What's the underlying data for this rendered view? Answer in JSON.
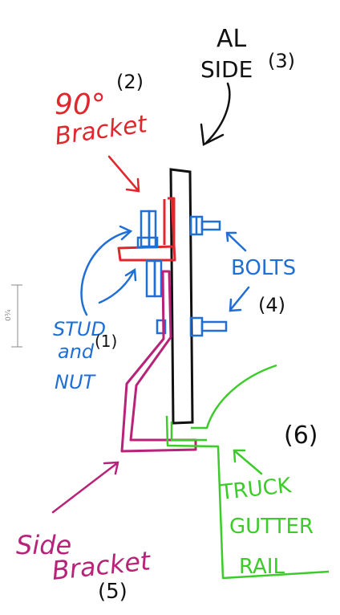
{
  "labels": {
    "al_side_line1": "AL",
    "al_side_line2": "SIDE",
    "al_side_num": "(3)",
    "bracket90_line1": "90°",
    "bracket90_line2": "Bracket",
    "bracket90_num": "(2)",
    "bolts": "BOLTS",
    "bolts_num": "(4)",
    "stud_line1": "STUD",
    "stud_line2": "and",
    "stud_num": "(1)",
    "stud_line3": "NUT",
    "side_line1": "Side",
    "side_line2": "Bracket",
    "side_num": "(5)",
    "gutter_num": "(6)",
    "truck_line1": "TRUCK",
    "truck_line2": "GUTTER",
    "truck_line3": "RAIL",
    "dimension": "0¾"
  },
  "colors": {
    "black": "#111111",
    "red": "#e0272e",
    "blue": "#1f6fd6",
    "magenta": "#b8237a",
    "green": "#3ccc2a",
    "gray": "#888888"
  }
}
